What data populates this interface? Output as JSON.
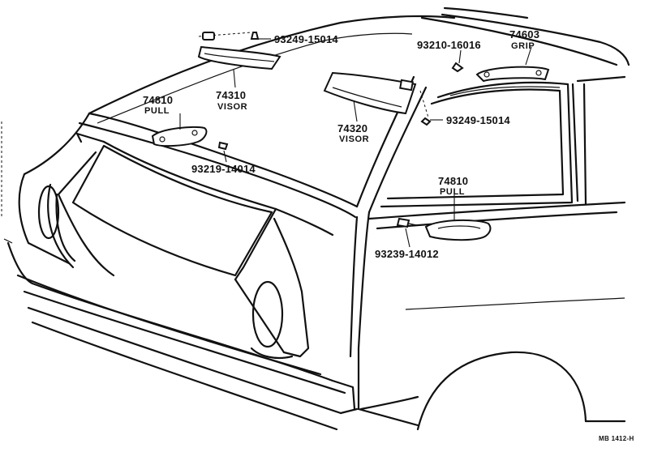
{
  "labels": {
    "bolt_top": "93249-15014",
    "screw_grip": "93210-16016",
    "grip_num": "74603",
    "grip_name": "GRIP",
    "visor_left_num": "74310",
    "visor_left_name": "VISOR",
    "pull_left_num": "74810",
    "pull_left_name": "PULL",
    "visor_right_num": "74320",
    "visor_right_name": "VISOR",
    "bolt_pillar": "93249-15014",
    "screw_pull_left": "93219-14014",
    "pull_right_num": "74810",
    "pull_right_name": "PULL",
    "screw_pull_right": "93239-14012",
    "reference": "MB 1412-H"
  }
}
